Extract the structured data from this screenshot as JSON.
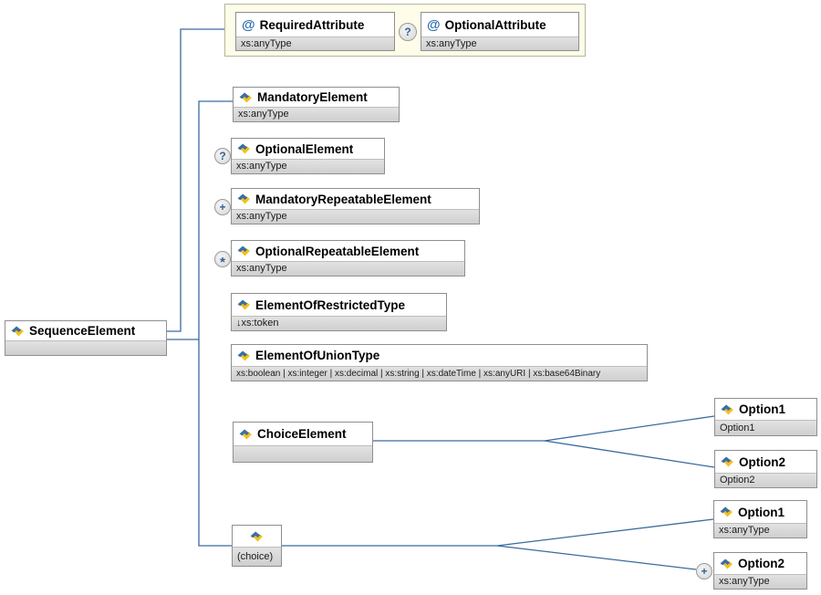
{
  "diagram": {
    "kind": "xml-schema-diagram",
    "root": {
      "name": "SequenceElement",
      "type": ""
    },
    "attribute_group": {
      "required_attribute": {
        "glyph": "@",
        "name": "RequiredAttribute",
        "type": "xs:anyType"
      },
      "optional_attribute": {
        "glyph": "@",
        "name": "OptionalAttribute",
        "type": "xs:anyType"
      }
    },
    "nodes": {
      "mandatory_element": {
        "name": "MandatoryElement",
        "type": "xs:anyType"
      },
      "optional_element": {
        "name": "OptionalElement",
        "type": "xs:anyType"
      },
      "mandatory_repeatable_element": {
        "name": "MandatoryRepeatableElement",
        "type": "xs:anyType"
      },
      "optional_repeatable_element": {
        "name": "OptionalRepeatableElement",
        "type": "xs:anyType"
      },
      "element_of_restricted_type": {
        "name": "ElementOfRestrictedType",
        "type": "↓xs:token"
      },
      "element_of_union_type": {
        "name": "ElementOfUnionType",
        "type": "xs:boolean | xs:integer | xs:decimal | xs:string | xs:dateTime | xs:anyURI | xs:base64Binary"
      },
      "choice_element": {
        "name": "ChoiceElement",
        "type": ""
      },
      "choice_option1": {
        "name": "Option1",
        "type": "Option1"
      },
      "choice_option2": {
        "name": "Option2",
        "type": "Option2"
      },
      "choice_group": {
        "label": "(choice)"
      },
      "group_option1": {
        "name": "Option1",
        "type": "xs:anyType"
      },
      "group_option2": {
        "name": "Option2",
        "type": "xs:anyType"
      }
    },
    "badges": {
      "optional_attribute": "?",
      "optional_element": "?",
      "mandatory_repeatable": "+",
      "optional_repeatable": "*",
      "group_option2": "+"
    },
    "icons": {
      "element_icon": "blue-yellow interlocked xml-element diamond",
      "attribute_icon": "@"
    },
    "colors": {
      "connector": "#3a6b9f",
      "box_border": "#8f8f8f",
      "strip_bg": "#d8d8d8",
      "attr_group_bg": "#fdfde9",
      "attr_group_border": "#b5b59b",
      "badge_glyph": "#2e6398",
      "icon_blue": "#3a6ea5",
      "icon_yellow": "#f2c11e"
    }
  }
}
